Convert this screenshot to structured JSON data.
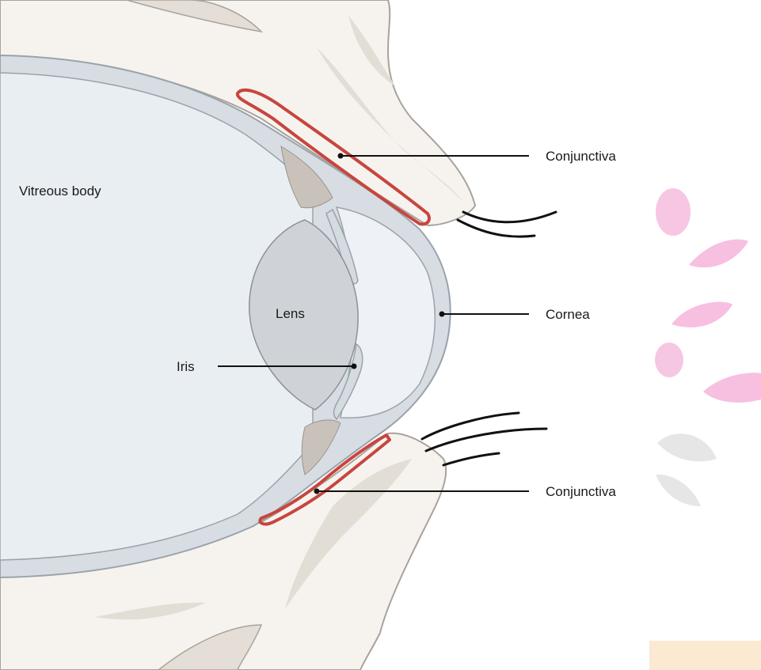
{
  "labels": {
    "vitreous_body": "Vitreous body",
    "lens": "Lens",
    "iris": "Iris",
    "cornea": "Cornea",
    "conjunctiva_upper": "Conjunctiva",
    "conjunctiva_lower": "Conjunctiva"
  },
  "colors": {
    "eyeball_fill": "#e8edf2",
    "sclera": "#d5dbe0",
    "tissue": "#f6f3ee",
    "bone_shade": "#e0dbd3",
    "muscle": "#c9c2bb",
    "conjunctiva": "#c8453f",
    "lens": "#cfd3d7",
    "pink_leaf": "#f7bfe0",
    "gray_leaf": "#e6e6e6",
    "orange_text": "#f5c38a"
  }
}
